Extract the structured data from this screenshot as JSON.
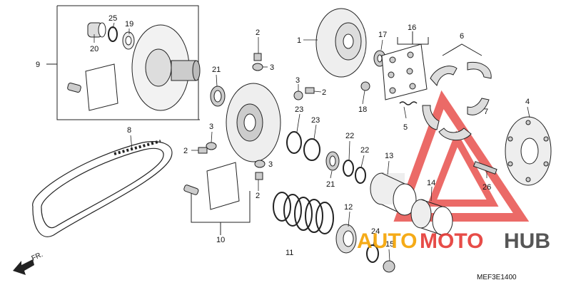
{
  "diagram_code": "MEF3E1400",
  "direction_label": "FR.",
  "watermark": {
    "word1": "AUTO",
    "word2": "MOTO",
    "word3": "HUB",
    "colors": {
      "auto": "#f4a300",
      "moto": "#e53935",
      "hub": "#444444",
      "triangle": "#e53935"
    }
  },
  "callouts": [
    "1",
    "2",
    "3",
    "4",
    "5",
    "6",
    "7",
    "8",
    "9",
    "10",
    "11",
    "12",
    "13",
    "14",
    "15",
    "16",
    "17",
    "18",
    "19",
    "20",
    "21",
    "22",
    "23",
    "24",
    "25",
    "26"
  ]
}
